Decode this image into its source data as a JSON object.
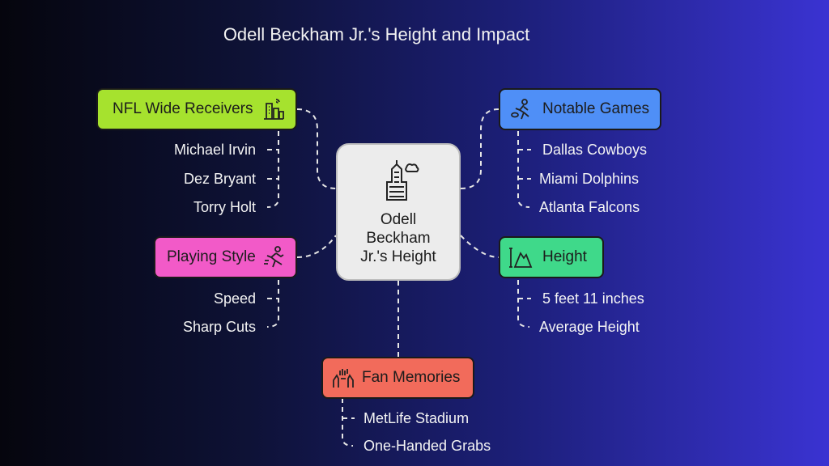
{
  "title": "Odell Beckham Jr.'s Height and Impact",
  "center": {
    "label": "Odell\nBeckham\nJr.'s Height",
    "icon": "skyscraper-icon",
    "color": "#ececec"
  },
  "branches": {
    "nfl": {
      "label": "NFL Wide Receivers",
      "icon": "city-buildings-icon",
      "color": "#a6e22e",
      "items": [
        "Michael Irvin",
        "Dez Bryant",
        "Torry Holt"
      ]
    },
    "games": {
      "label": "Notable Games",
      "icon": "football-player-icon",
      "color": "#4f8ff7",
      "items": [
        "Dallas Cowboys",
        "Miami Dolphins",
        "Atlanta Falcons"
      ]
    },
    "style": {
      "label": "Playing Style",
      "icon": "running-player-icon",
      "color": "#f25ac8",
      "items": [
        "Speed",
        "Sharp Cuts"
      ]
    },
    "height": {
      "label": "Height",
      "icon": "mountain-height-icon",
      "color": "#3fd98a",
      "items": [
        "5 feet 11 inches",
        "Average Height"
      ]
    },
    "fans": {
      "label": "Fan Memories",
      "icon": "hands-cheering-icon",
      "color": "#f26b5b",
      "items": [
        "MetLife Stadium",
        "One-Handed Grabs"
      ]
    }
  }
}
